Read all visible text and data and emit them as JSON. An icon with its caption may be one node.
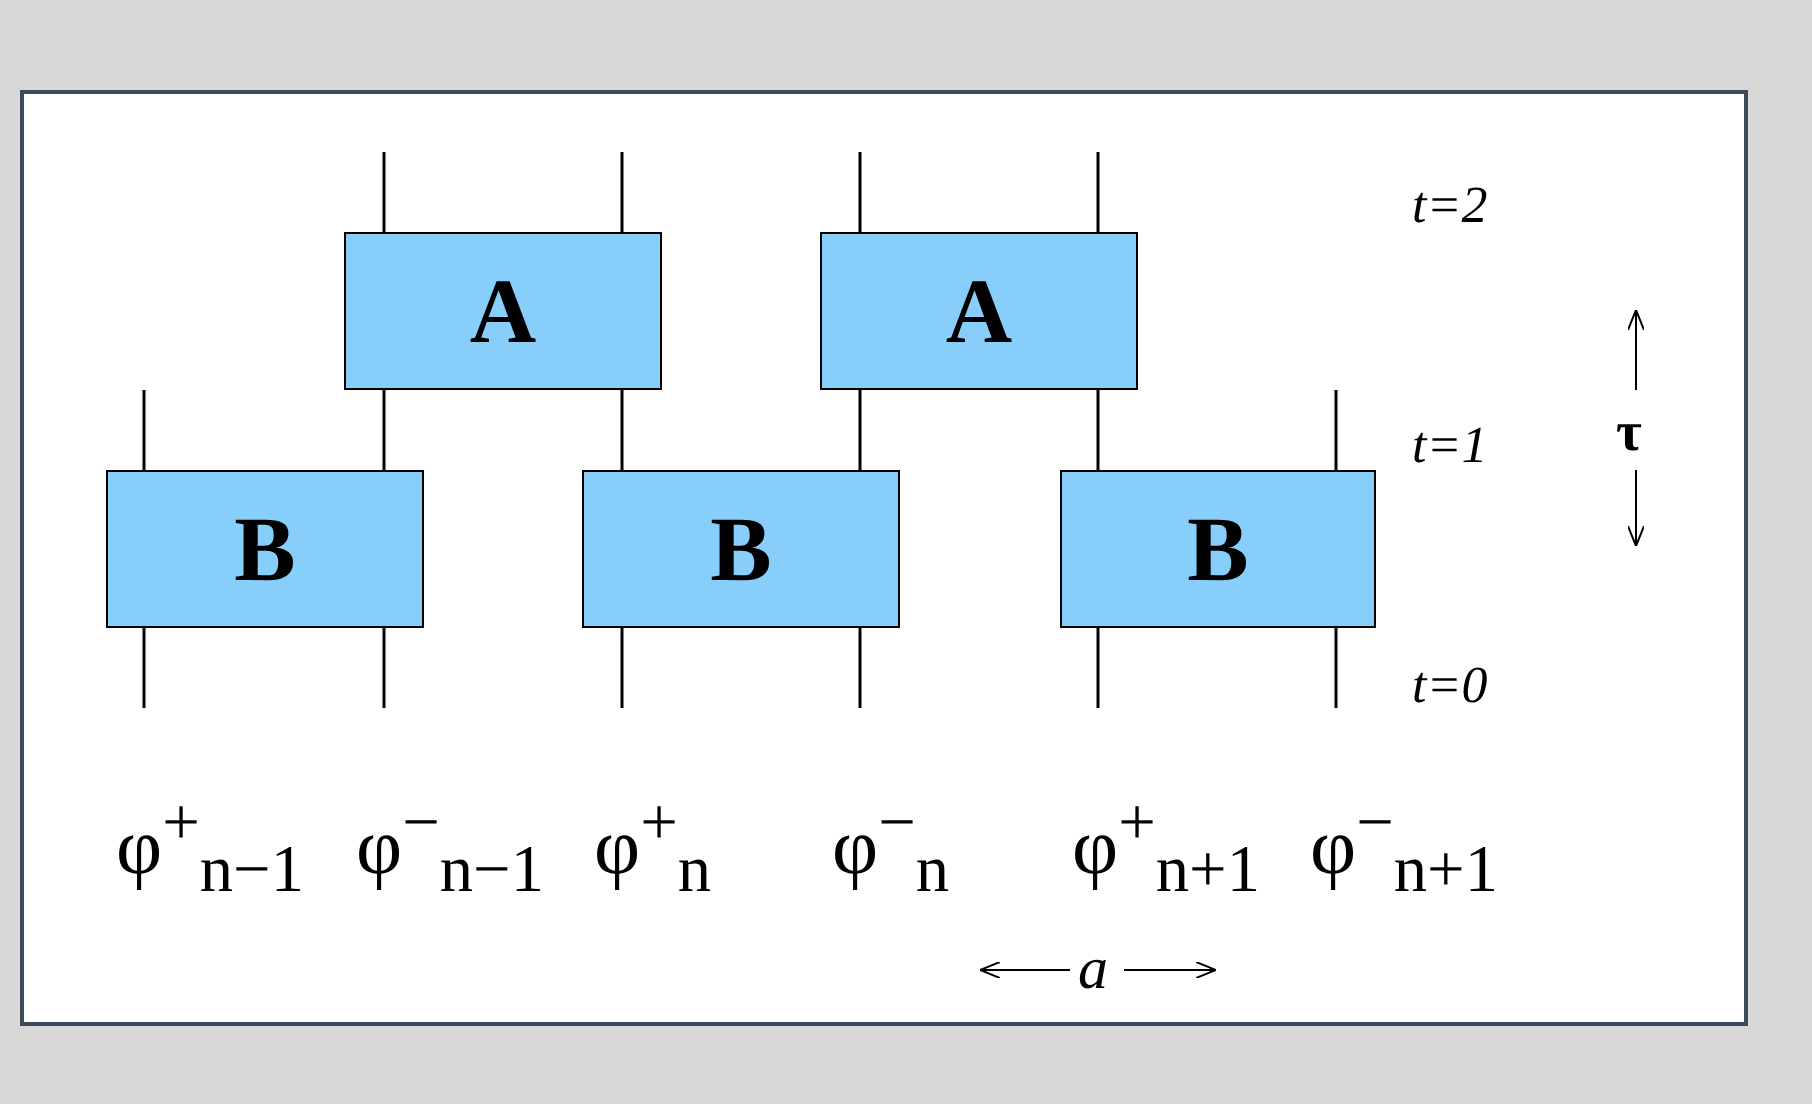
{
  "diagram": {
    "nodes": [
      {
        "text": [
          "A"
        ]
      },
      {
        "text": [
          "A"
        ]
      },
      {
        "text": [
          "B"
        ]
      },
      {
        "text": [
          "B"
        ]
      },
      {
        "text": [
          "B"
        ]
      }
    ],
    "edges": [
      {
        "from": 2,
        "to": null,
        "arrow": "none"
      },
      {
        "from": 2,
        "to": null,
        "arrow": "none"
      },
      {
        "from": 3,
        "to": null,
        "arrow": "none"
      },
      {
        "from": 3,
        "to": null,
        "arrow": "none"
      },
      {
        "from": 4,
        "to": null,
        "arrow": "none"
      },
      {
        "from": 4,
        "to": null,
        "arrow": "none"
      },
      {
        "from": 2,
        "to": null,
        "arrow": "none"
      },
      {
        "from": 2,
        "to": 0,
        "arrow": "none"
      },
      {
        "from": 3,
        "to": 0,
        "arrow": "none"
      },
      {
        "from": 3,
        "to": 1,
        "arrow": "none"
      },
      {
        "from": 4,
        "to": 1,
        "arrow": "none"
      },
      {
        "from": 4,
        "to": null,
        "arrow": "none"
      },
      {
        "from": 0,
        "to": null,
        "arrow": "none"
      },
      {
        "from": 0,
        "to": null,
        "arrow": "none"
      },
      {
        "from": 1,
        "to": null,
        "arrow": "none"
      },
      {
        "from": 1,
        "to": null,
        "arrow": "none"
      }
    ],
    "labels": [
      "t=2",
      "t=1",
      "τ",
      "t=0",
      "φ$^{+}$$_{n−1}$",
      "φ$^{−}$$_{n−1}$",
      "φ$^{+}$$_{n}$",
      "φ$^{−}$$_{n}$",
      "φ$^{+}$$_{n+1}$",
      "φ$^{−}$$_{n+1}$",
      "a"
    ]
  }
}
